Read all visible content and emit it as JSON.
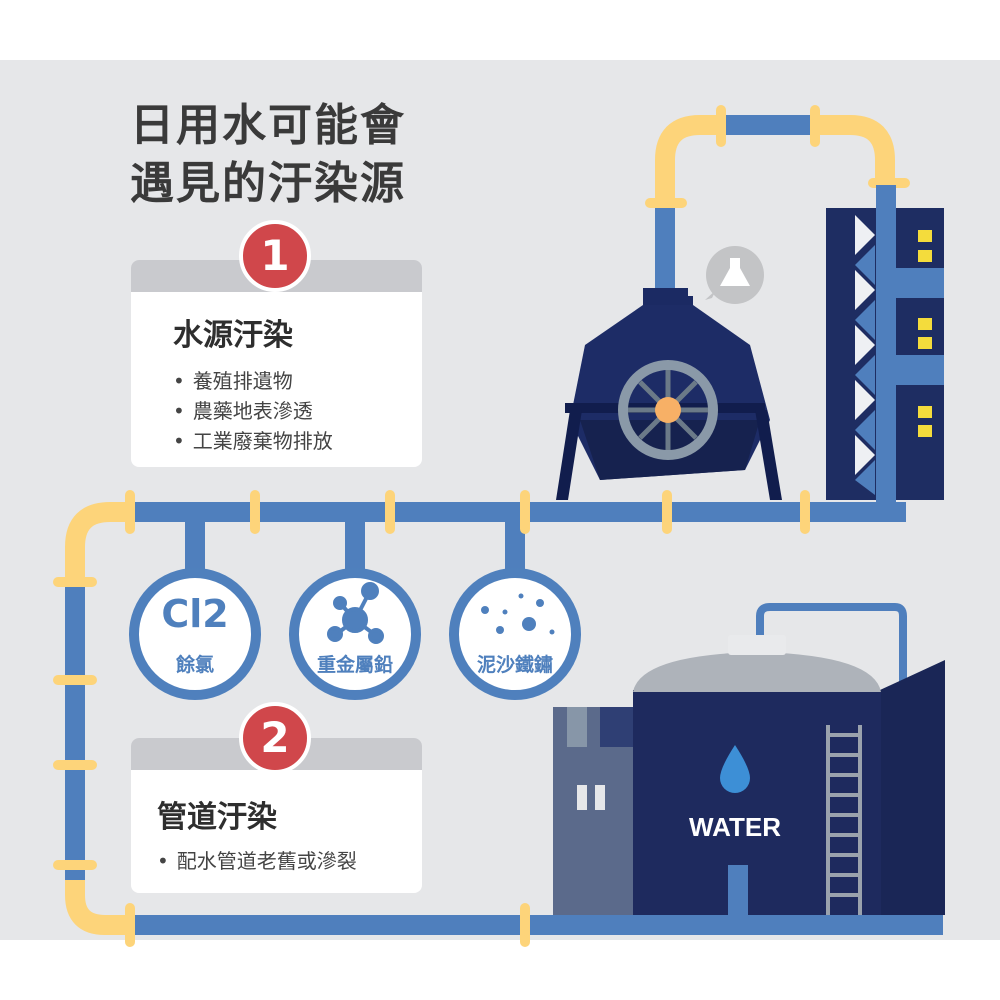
{
  "title_lines": [
    "日用水可能會",
    "遇見的汙染源"
  ],
  "section1": {
    "number": "1",
    "heading": "水源汙染",
    "items": [
      "養殖排遺物",
      "農藥地表滲透",
      "工業廢棄物排放"
    ]
  },
  "section2": {
    "number": "2",
    "heading": "管道汙染",
    "items": [
      "配水管道老舊或滲裂"
    ]
  },
  "contaminants": [
    {
      "symbol": "Cl2",
      "label": "餘氯",
      "icon": "chlorine-icon"
    },
    {
      "symbol": "",
      "label": "重金屬鉛",
      "icon": "molecule-icon"
    },
    {
      "symbol": "",
      "label": "泥沙鐵鏽",
      "icon": "particles-icon"
    }
  ],
  "tank_label": "WATER",
  "colors": {
    "pipe_blue": "#4f7fbd",
    "pipe_yellow": "#fdd47a",
    "navy": "#1e2a5e",
    "badge_red": "#d0474b",
    "bg": "#e6e7e9"
  }
}
